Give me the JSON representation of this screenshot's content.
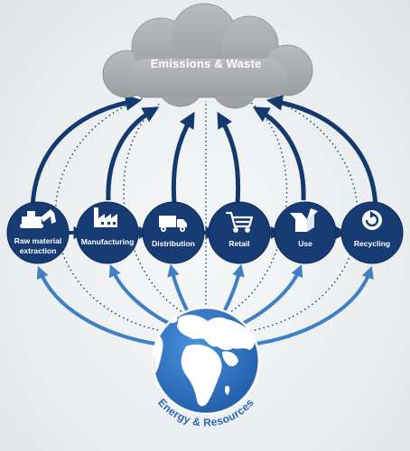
{
  "cloud": {
    "label": "Emissions & Waste"
  },
  "stages": [
    {
      "id": "raw-material",
      "label_lines": [
        "Raw material",
        "extraction"
      ],
      "icon": "excavator-icon"
    },
    {
      "id": "manufacturing",
      "label_lines": [
        "Manufacturing"
      ],
      "icon": "factory-icon"
    },
    {
      "id": "distribution",
      "label_lines": [
        "Distribution"
      ],
      "icon": "truck-icon"
    },
    {
      "id": "retail",
      "label_lines": [
        "Retail"
      ],
      "icon": "shopping-cart-icon"
    },
    {
      "id": "use",
      "label_lines": [
        "Use"
      ],
      "icon": "open-box-icon"
    },
    {
      "id": "recycling",
      "label_lines": [
        "Recycling"
      ],
      "icon": "recycle-icon"
    }
  ],
  "globe": {
    "label": "Energy & Resources",
    "icon": "globe-icon"
  },
  "colors": {
    "dark_navy": "#123a6e",
    "node_fill": "#163c73",
    "light_blue": "#3f7fc6",
    "cloud_gray": "#a9abae",
    "ocean": "#2f76c4",
    "land": "#ffffff",
    "background": "#eef0f2"
  }
}
